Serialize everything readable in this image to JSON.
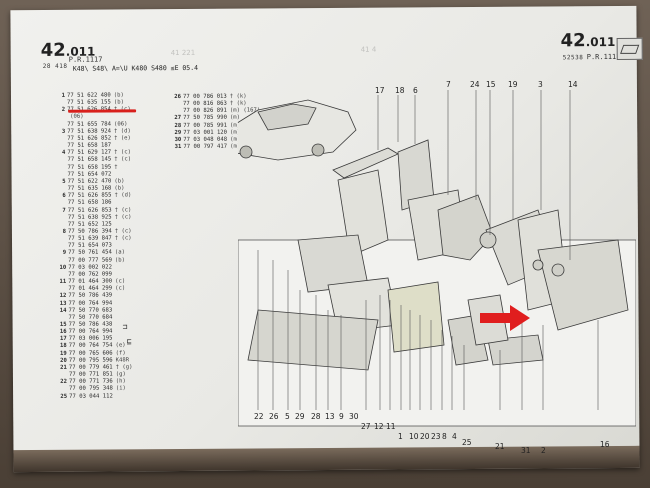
{
  "header": {
    "section_number": "42",
    "section_decimal": ".011",
    "left_sub": "28 418",
    "left_pr": "P.R.1117",
    "right_sub": "52538",
    "right_pr": "P.R.1117",
    "models": "K48\\ S48\\ A=\\U K480 S480 ≤E 05.4"
  },
  "faint_numbers": [
    "41 221",
    "41 4"
  ],
  "parts_left": [
    {
      "n": "1",
      "ref": "77 51 622 480",
      "mk": "(b)"
    },
    {
      "n": "",
      "ref": "77 51 635 155",
      "mk": "(b)"
    },
    {
      "n": "2",
      "ref": "77 51 626 854",
      "mk": "† (c)"
    },
    {
      "n": "",
      "ref": "",
      "mk": "(06)"
    },
    {
      "n": "",
      "ref": "77 51 655 784",
      "mk": "(06)"
    },
    {
      "n": "3",
      "ref": "77 51 638 924",
      "mk": "† (d)"
    },
    {
      "n": "",
      "ref": "77 51 626 852",
      "mk": "† (e)"
    },
    {
      "n": "",
      "ref": "77 51 658 187",
      "mk": ""
    },
    {
      "n": "4",
      "ref": "77 51 629 127",
      "mk": "† (c)"
    },
    {
      "n": "",
      "ref": "77 51 658 145",
      "mk": "† (c)"
    },
    {
      "n": "",
      "ref": "77 51 658 195",
      "mk": "†"
    },
    {
      "n": "",
      "ref": "77 51 654 072",
      "mk": ""
    },
    {
      "n": "5",
      "ref": "77 51 622 470",
      "mk": "(b)"
    },
    {
      "n": "",
      "ref": "77 51 635 168",
      "mk": "(b)"
    },
    {
      "n": "6",
      "ref": "77 51 626 855",
      "mk": "† (d)"
    },
    {
      "n": "",
      "ref": "77 51 658 186",
      "mk": ""
    },
    {
      "n": "7",
      "ref": "77 51 626 853",
      "mk": "† (c)"
    },
    {
      "n": "",
      "ref": "77 51 638 925",
      "mk": "† (c)"
    },
    {
      "n": "",
      "ref": "77 51 652 125",
      "mk": ""
    },
    {
      "n": "8",
      "ref": "77 50 786 394",
      "mk": "† (c)"
    },
    {
      "n": "",
      "ref": "77 51 639 847",
      "mk": "† (c)"
    },
    {
      "n": "",
      "ref": "77 51 654 073",
      "mk": ""
    },
    {
      "n": "9",
      "ref": "77 50 761 454",
      "mk": "(a)"
    },
    {
      "n": "",
      "ref": "77 00 777 569",
      "mk": "(b)"
    },
    {
      "n": "10",
      "ref": "77 03 002 022",
      "mk": ""
    },
    {
      "n": "",
      "ref": "77 00 762 099",
      "mk": ""
    },
    {
      "n": "11",
      "ref": "77 01 464 300",
      "mk": "(c)"
    },
    {
      "n": "",
      "ref": "77 01 464 299",
      "mk": "(c)"
    },
    {
      "n": "12",
      "ref": "77 50 786 439",
      "mk": ""
    },
    {
      "n": "13",
      "ref": "77 00 764 994",
      "mk": ""
    },
    {
      "n": "14",
      "ref": "77 50 770 683",
      "mk": ""
    },
    {
      "n": "",
      "ref": "77 50 770 684",
      "mk": ""
    },
    {
      "n": "15",
      "ref": "77 50 786 438",
      "mk": ""
    },
    {
      "n": "16",
      "ref": "77 00 764 994",
      "mk": ""
    },
    {
      "n": "17",
      "ref": "77 03 006 195",
      "mk": ""
    },
    {
      "n": "18",
      "ref": "77 00 764 754",
      "mk": "(e)"
    },
    {
      "n": "19",
      "ref": "77 00 765 606",
      "mk": "(f)"
    },
    {
      "n": "20",
      "ref": "77 00 795 596",
      "mk": "K48R"
    },
    {
      "n": "21",
      "ref": "77 00 779 461",
      "mk": "† (g)"
    },
    {
      "n": "",
      "ref": "77 00 771 851",
      "mk": "(g)"
    },
    {
      "n": "22",
      "ref": "77 00 771 736",
      "mk": "(h)"
    },
    {
      "n": "",
      "ref": "77 00 795 348",
      "mk": "(i)"
    },
    {
      "n": "25",
      "ref": "77 03 044 112",
      "mk": ""
    }
  ],
  "parts_right": [
    {
      "n": "26",
      "ref": "77 00 786 013",
      "mk": "† (k)"
    },
    {
      "n": "",
      "ref": "77 00 816 863",
      "mk": "† (k)"
    },
    {
      "n": "",
      "ref": "77 00 826 891",
      "mk": "(m) (167)"
    },
    {
      "n": "27",
      "ref": "77 50 785 990",
      "mk": "(m)"
    },
    {
      "n": "28",
      "ref": "77 00 785 991",
      "mk": "(m)"
    },
    {
      "n": "29",
      "ref": "77 03 001 120",
      "mk": "(m)"
    },
    {
      "n": "30",
      "ref": "77 03 048 048",
      "mk": "(m)"
    },
    {
      "n": "31",
      "ref": "77 00 797 417",
      "mk": "(m)"
    }
  ],
  "callouts_top": [
    "17",
    "18",
    "6",
    "7",
    "24",
    "15",
    "19",
    "3",
    "14"
  ],
  "callouts_bottom": [
    "22",
    "26",
    "5",
    "29",
    "28",
    "13",
    "9",
    "30",
    "27",
    "12",
    "11",
    "1",
    "10",
    "20",
    "23",
    "8",
    "4",
    "25",
    "21",
    "31",
    "2",
    "16"
  ],
  "colors": {
    "highlight": "#d8201c",
    "arrow": "#e01e1e"
  }
}
